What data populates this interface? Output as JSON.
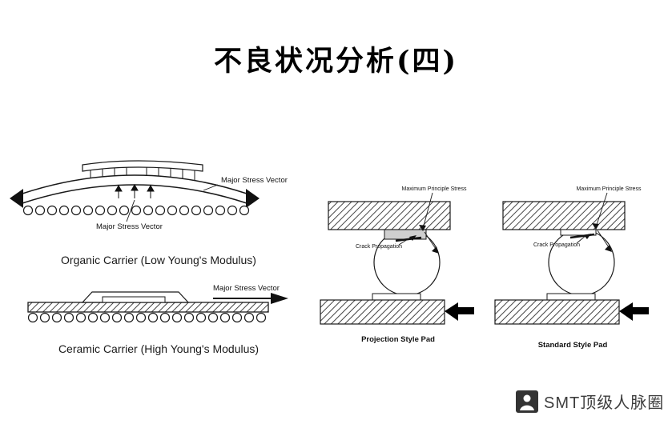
{
  "title": "不良状况分析(四)",
  "organic": {
    "stress_top": "Major Stress Vector",
    "stress_bottom": "Major Stress Vector",
    "caption": "Organic Carrier (Low Young's Modulus)"
  },
  "ceramic": {
    "stress": "Major Stress Vector",
    "caption": "Ceramic Carrier (High Young's Modulus)"
  },
  "ball_diagrams": {
    "projection": {
      "stress": "Maximum Principle Stress",
      "crack": "Crack Propagation",
      "caption": "Projection Style Pad"
    },
    "standard": {
      "stress": "Maximum Principle Stress",
      "crack": "Crack Propagation",
      "caption": "Standard Style Pad"
    }
  },
  "watermark": {
    "text": "SMT顶级人脉圈"
  }
}
